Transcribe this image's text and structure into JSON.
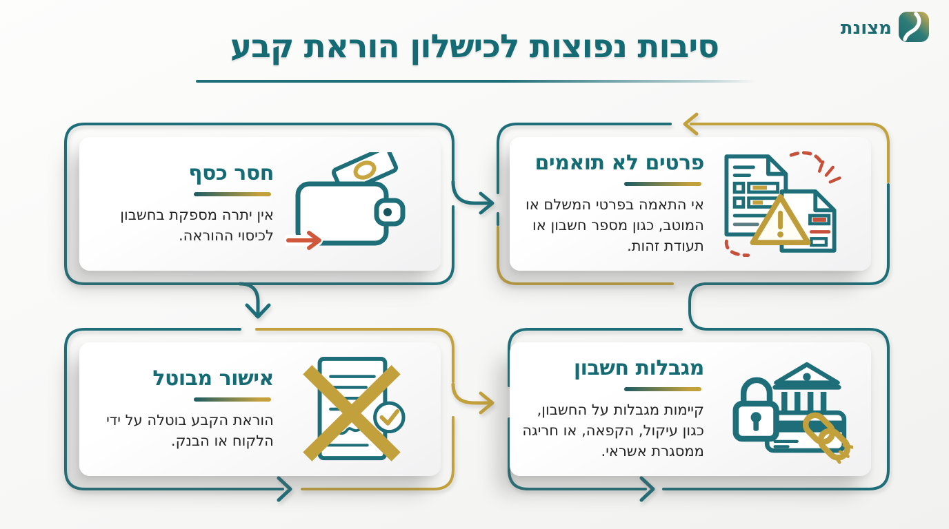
{
  "page": {
    "title": "סיבות נפוצות לכישלון הוראת קבע"
  },
  "logo": {
    "text": "מצונת",
    "icon": "brand-swoosh-icon"
  },
  "colors": {
    "teal": "#1d6e78",
    "title_teal": "#156b74",
    "gold": "#c2a13c",
    "red_accent": "#c7503a",
    "body_text": "#242424"
  },
  "cards": [
    {
      "id": "insufficient-funds",
      "title": "חסר כסף",
      "body": "אין יתרה מספקת בחשבון לכיסוי ההוראה.",
      "icon": "wallet-icon"
    },
    {
      "id": "mismatched-details",
      "title": "פרטים לא תואמים",
      "body": "אי התאמה בפרטי המשלם או המוטב, כגון מספר חשבון או תעודת זהות.",
      "icon": "mismatched-documents-warning-icon"
    },
    {
      "id": "cancelled-approval",
      "title": "אישור מבוטל",
      "body": "הוראת הקבע בוטלה על ידי הלקוח או הבנק.",
      "icon": "cancelled-document-icon"
    },
    {
      "id": "account-restrictions",
      "title": "מגבלות חשבון",
      "body": "קיימות מגבלות על החשבון, כגון עיקול, הקפאה, או חריגה ממסגרת אשראי.",
      "icon": "bank-lock-chain-icon"
    }
  ]
}
